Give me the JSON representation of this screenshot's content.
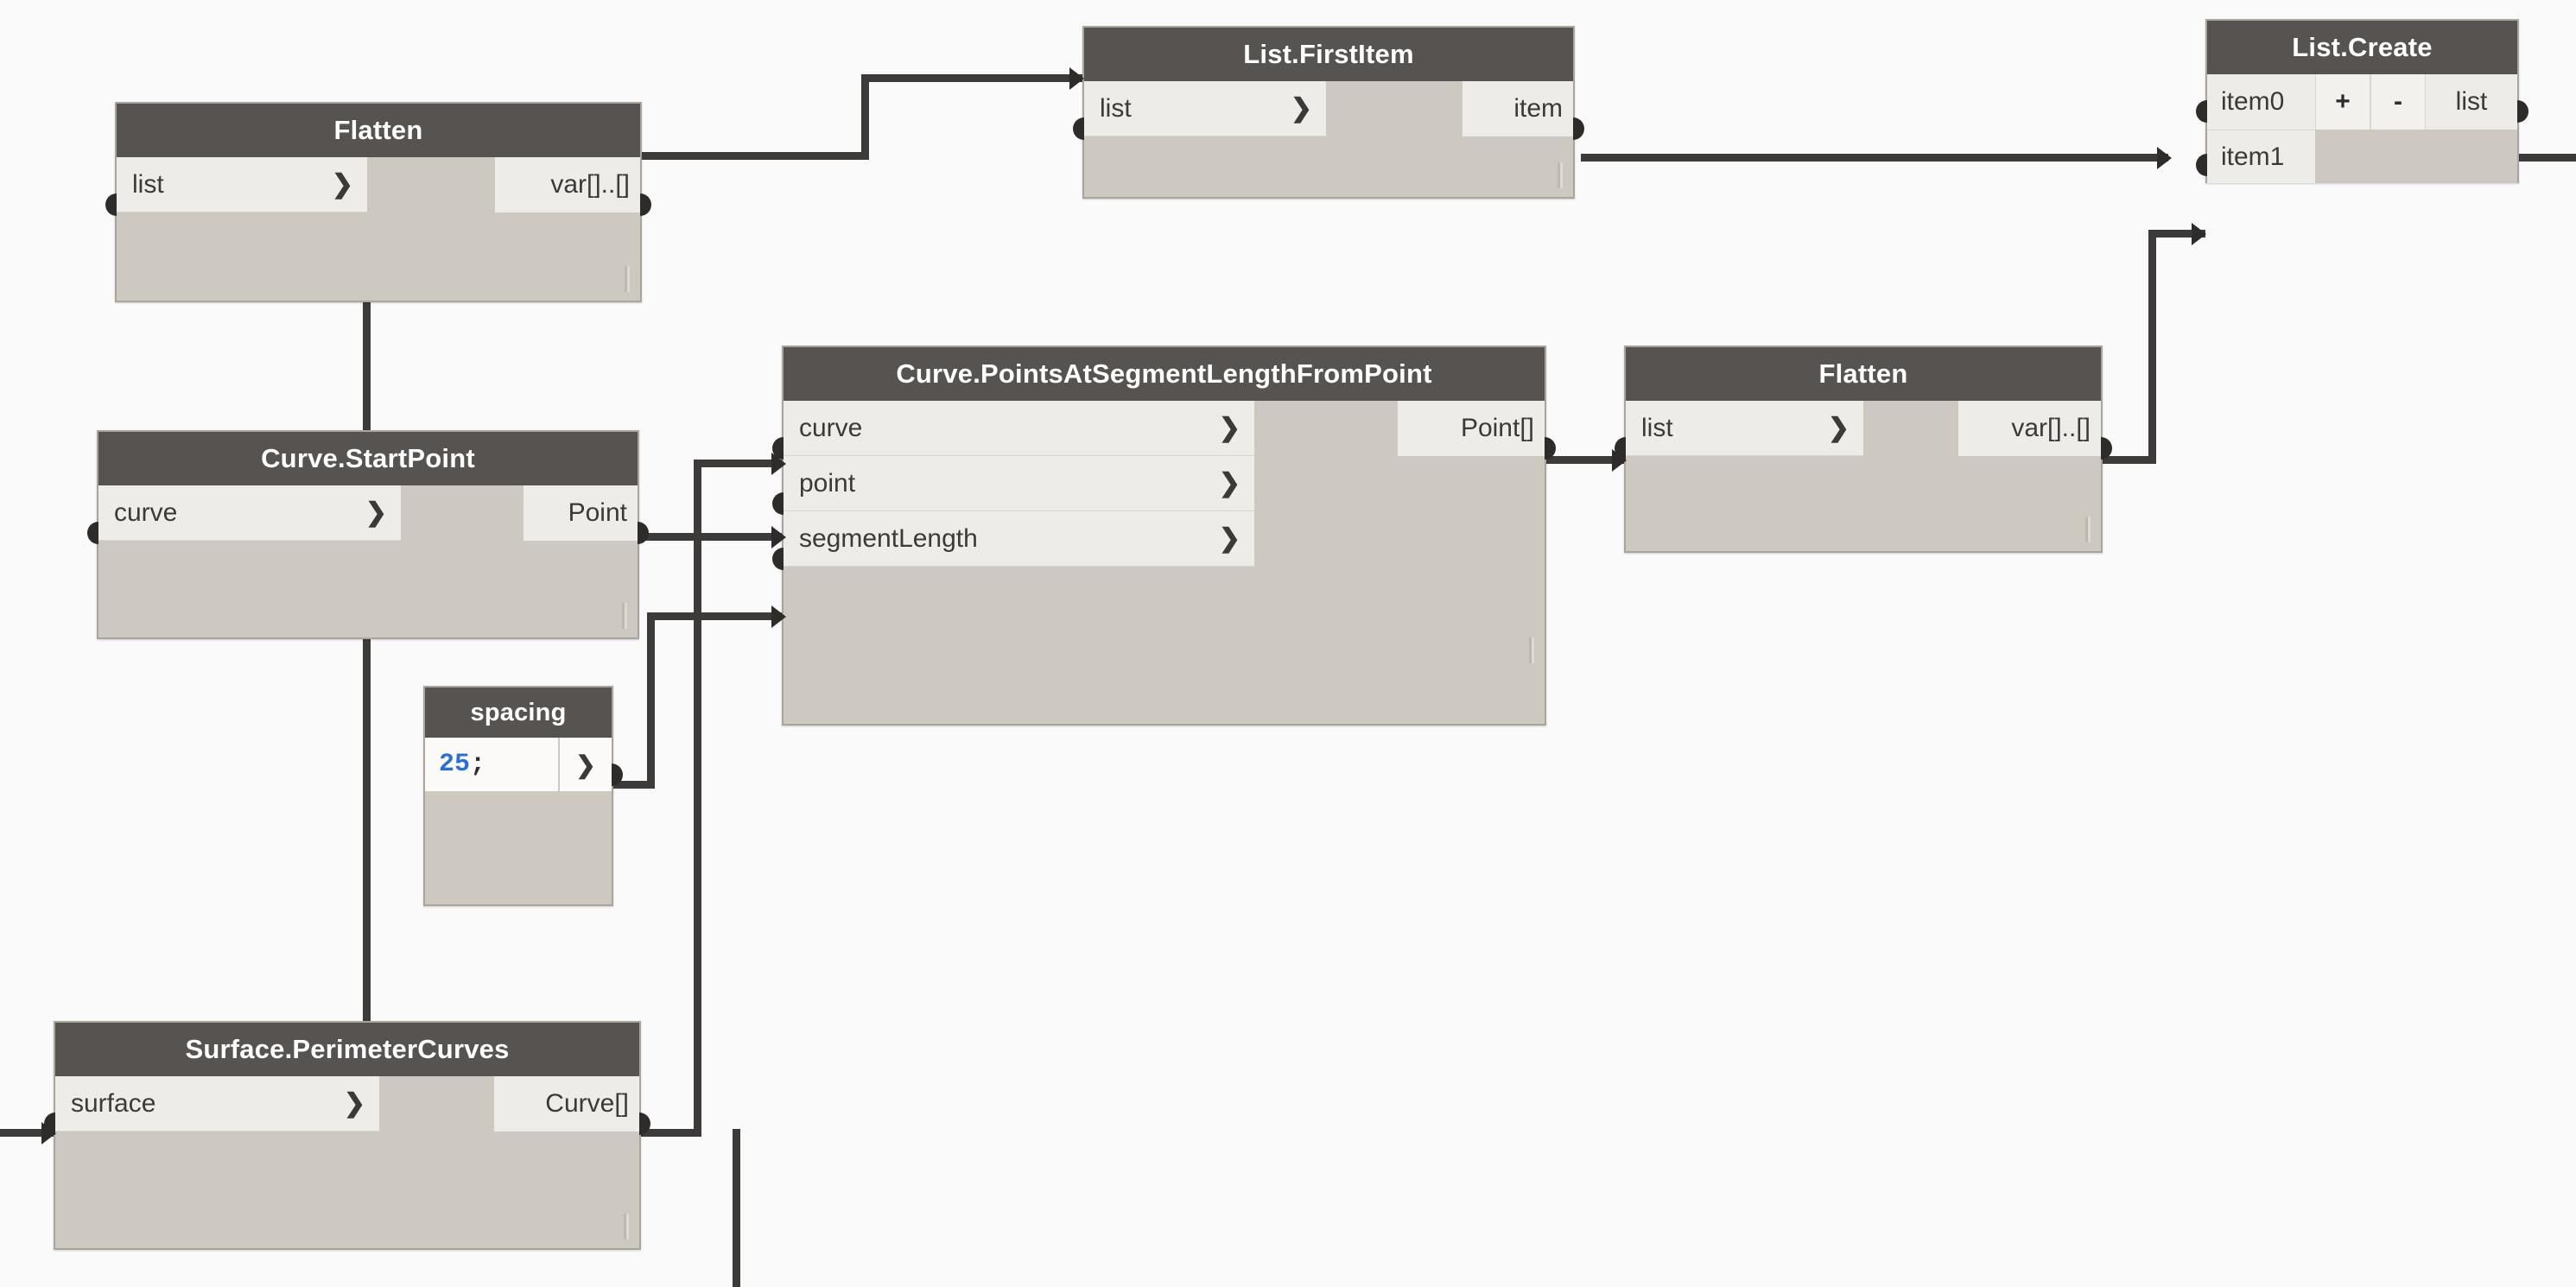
{
  "app": {
    "name": "Dynamo",
    "canvas_label": "node-graph-canvas",
    "background_color": "#fafafa",
    "header_color": "#565350",
    "body_color": "#cdc8c0",
    "port_color": "#eeece8",
    "wire_color": "#3c3b39",
    "number_literal_color": "#2b6fd6"
  },
  "nodes": [
    {
      "id": "flatten-1",
      "title": "Flatten",
      "type": "function",
      "inputs": [
        {
          "label": "list",
          "chevron": "❯"
        }
      ],
      "outputs": [
        {
          "label": "var[]..[]"
        }
      ]
    },
    {
      "id": "list-firstitem",
      "title": "List.FirstItem",
      "type": "function",
      "inputs": [
        {
          "label": "list",
          "chevron": "❯"
        }
      ],
      "outputs": [
        {
          "label": "item"
        }
      ]
    },
    {
      "id": "list-create",
      "title": "List.Create",
      "type": "variable-input",
      "inputs": [
        {
          "label": "item0"
        },
        {
          "label": "item1"
        }
      ],
      "buttons": [
        {
          "label": "+",
          "name": "add-input-button"
        },
        {
          "label": "-",
          "name": "remove-input-button"
        }
      ],
      "outputs": [
        {
          "label": "list"
        }
      ]
    },
    {
      "id": "curve-startpoint",
      "title": "Curve.StartPoint",
      "type": "function",
      "inputs": [
        {
          "label": "curve",
          "chevron": "❯"
        }
      ],
      "outputs": [
        {
          "label": "Point"
        }
      ]
    },
    {
      "id": "curve-pointsatsegmentlengthfrompoint",
      "title": "Curve.PointsAtSegmentLengthFromPoint",
      "type": "function",
      "inputs": [
        {
          "label": "curve",
          "chevron": "❯"
        },
        {
          "label": "point",
          "chevron": "❯"
        },
        {
          "label": "segmentLength",
          "chevron": "❯"
        }
      ],
      "outputs": [
        {
          "label": "Point[]"
        }
      ]
    },
    {
      "id": "flatten-2",
      "title": "Flatten",
      "type": "function",
      "inputs": [
        {
          "label": "list",
          "chevron": "❯"
        }
      ],
      "outputs": [
        {
          "label": "var[]..[]"
        }
      ]
    },
    {
      "id": "spacing",
      "title": "spacing",
      "type": "code-block",
      "code_value": "25",
      "code_terminator": ";",
      "outputs": [
        {
          "label": "❯"
        }
      ]
    },
    {
      "id": "surface-perimetercurves",
      "title": "Surface.PerimeterCurves",
      "type": "function",
      "inputs": [
        {
          "label": "surface",
          "chevron": "❯"
        }
      ],
      "outputs": [
        {
          "label": "Curve[]"
        }
      ]
    }
  ],
  "connections": [
    {
      "from": "flatten-1.var[]..[]",
      "to": "list-firstitem.list"
    },
    {
      "from": "list-firstitem.item",
      "to": "list-create.item0"
    },
    {
      "from": "flatten-2.var[]..[]",
      "to": "list-create.item1"
    },
    {
      "from": "surface-perimetercurves.Curve[]",
      "to": "curve-pointsatsegmentlengthfrompoint.curve"
    },
    {
      "from": "curve-startpoint.Point",
      "to": "curve-pointsatsegmentlengthfrompoint.point"
    },
    {
      "from": "spacing.output",
      "to": "curve-pointsatsegmentlengthfrompoint.segmentLength"
    },
    {
      "from": "curve-pointsatsegmentlengthfrompoint.Point[]",
      "to": "flatten-2.list"
    },
    {
      "from": "flatten-1.bottom",
      "to": "curve-startpoint.top"
    },
    {
      "from": "curve-startpoint.bottom",
      "to": "surface-perimetercurves.top"
    }
  ]
}
